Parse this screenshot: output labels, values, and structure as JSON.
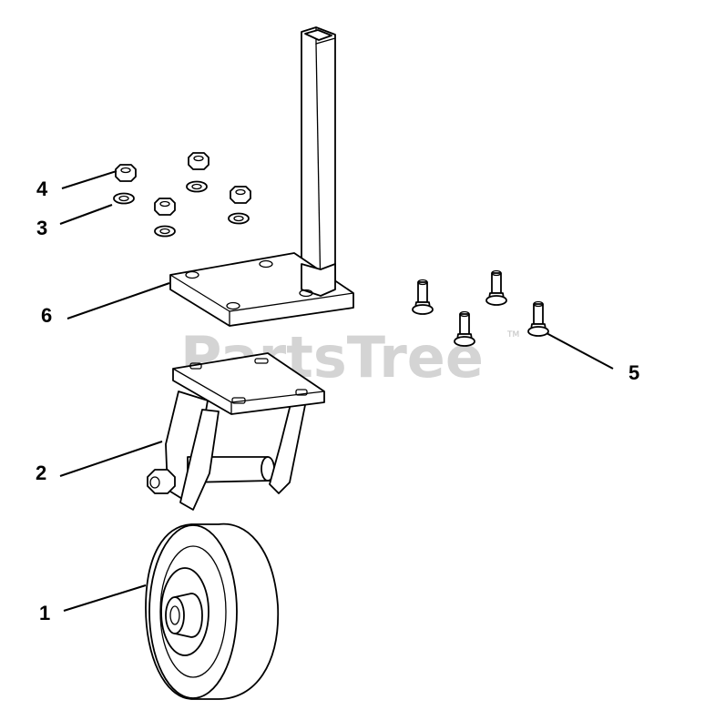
{
  "watermark": {
    "text": "PartsTree",
    "trademark": "TM"
  },
  "callouts": [
    {
      "id": "1",
      "label": "1"
    },
    {
      "id": "2",
      "label": "2"
    },
    {
      "id": "3",
      "label": "3"
    },
    {
      "id": "4",
      "label": "4"
    },
    {
      "id": "5",
      "label": "5"
    },
    {
      "id": "6",
      "label": "6"
    }
  ],
  "colors": {
    "line": "#000000",
    "background": "#ffffff",
    "watermark": "#d4d4d4"
  }
}
